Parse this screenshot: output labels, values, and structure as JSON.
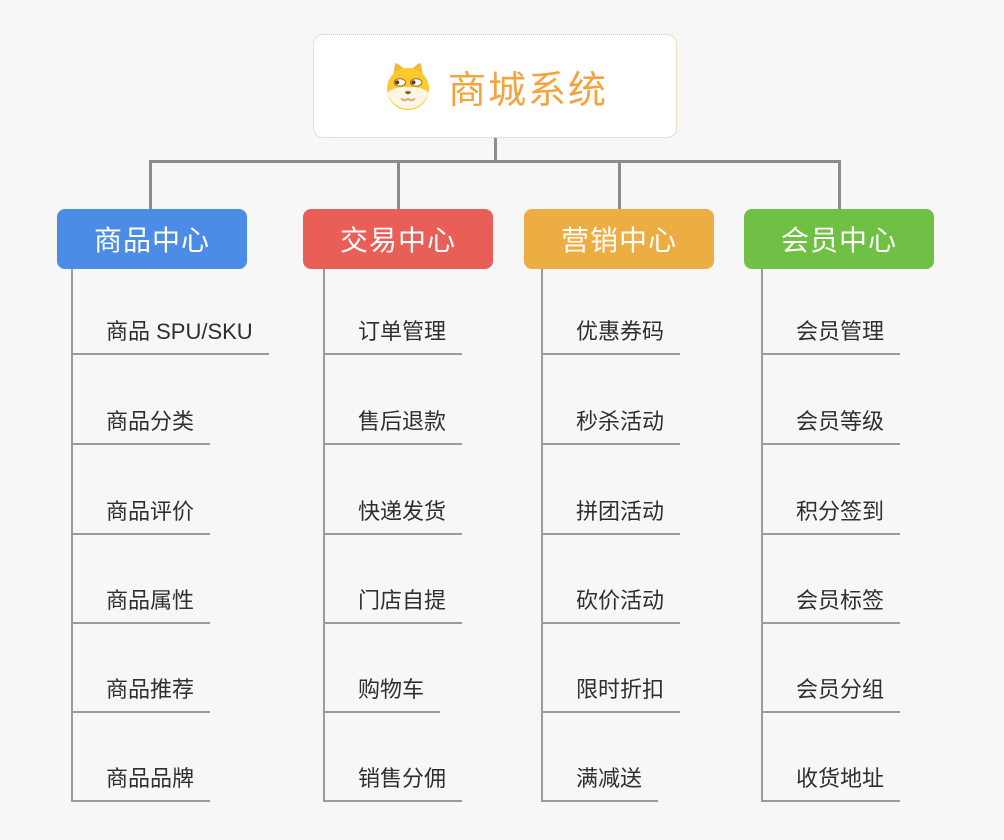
{
  "canvas": {
    "background": "#f7f7f7",
    "connector_color": "#8c8c8c",
    "branch_line_color": "#9b9b9b"
  },
  "root": {
    "title": "商城系统",
    "icon": "dog-face-icon",
    "text_color": "#f2a43e",
    "border_color": "#f3ba6b",
    "background": "#ffffff"
  },
  "branches": [
    {
      "id": "product-center",
      "label": "商品中心",
      "color": "#4b8de6",
      "text_color": "#ffffff",
      "items": [
        "商品 SPU/SKU",
        "商品分类",
        "商品评价",
        "商品属性",
        "商品推荐",
        "商品品牌"
      ]
    },
    {
      "id": "trade-center",
      "label": "交易中心",
      "color": "#e95f58",
      "text_color": "#ffffff",
      "items": [
        "订单管理",
        "售后退款",
        "快递发货",
        "门店自提",
        "购物车",
        "销售分佣"
      ]
    },
    {
      "id": "marketing-center",
      "label": "营销中心",
      "color": "#ecad43",
      "text_color": "#ffffff",
      "items": [
        "优惠券码",
        "秒杀活动",
        "拼团活动",
        "砍价活动",
        "限时折扣",
        "满减送"
      ]
    },
    {
      "id": "member-center",
      "label": "会员中心",
      "color": "#6fc044",
      "text_color": "#ffffff",
      "items": [
        "会员管理",
        "会员等级",
        "积分签到",
        "会员标签",
        "会员分组",
        "收货地址"
      ]
    }
  ]
}
